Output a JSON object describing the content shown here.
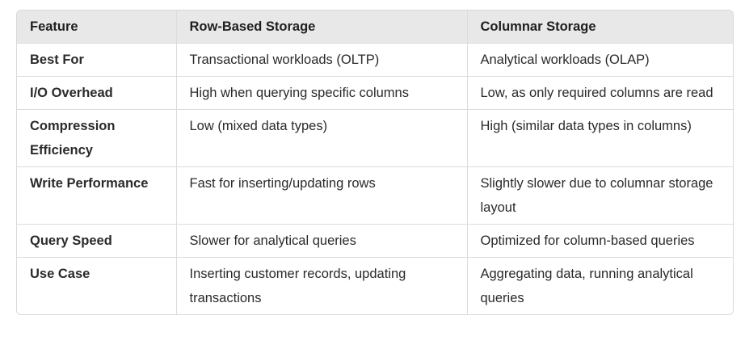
{
  "table": {
    "headers": [
      "Feature",
      "Row-Based Storage",
      "Columnar Storage"
    ],
    "rows": [
      [
        "Best For",
        "Transactional workloads (OLTP)",
        "Analytical workloads (OLAP)"
      ],
      [
        "I/O Overhead",
        "High when querying specific columns",
        "Low, as only required columns are read"
      ],
      [
        "Compression Efficiency",
        "Low (mixed data types)",
        "High (similar data types in columns)"
      ],
      [
        "Write Performance",
        "Fast for inserting/updating rows",
        "Slightly slower due to columnar storage layout"
      ],
      [
        "Query Speed",
        "Slower for analytical queries",
        "Optimized for column-based queries"
      ],
      [
        "Use Case",
        "Inserting customer records, updating transactions",
        "Aggregating data, running analytical queries"
      ]
    ]
  },
  "colors": {
    "header_bg": "#e8e8e8",
    "border": "#dcdcdc",
    "text": "#1f1f1f"
  }
}
